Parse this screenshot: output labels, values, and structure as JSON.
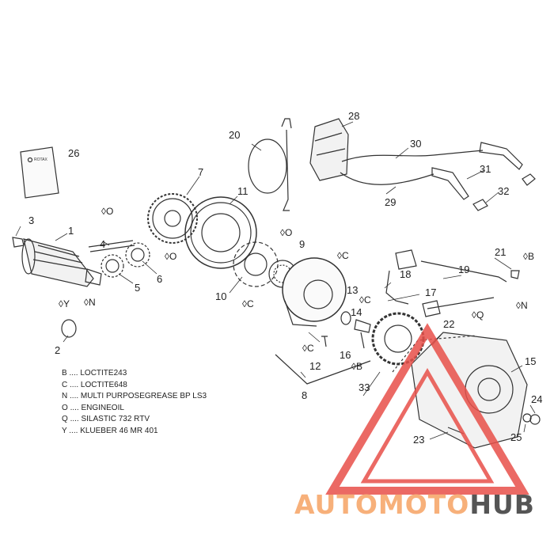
{
  "callouts": [
    "1",
    "2",
    "3",
    "4",
    "5",
    "6",
    "7",
    "8",
    "9",
    "10",
    "11",
    "12",
    "13",
    "14",
    "15",
    "16",
    "17",
    "18",
    "19",
    "20",
    "21",
    "22",
    "23",
    "24",
    "25",
    "26",
    "28",
    "29",
    "30",
    "31",
    "32",
    "33"
  ],
  "symbols": {
    "B": "B",
    "C": "C",
    "N": "N",
    "O": "O",
    "Q": "Q",
    "Y": "Y"
  },
  "manual_label": "ROTAX",
  "legend": [
    {
      "code": "B",
      "dots": "....",
      "text": "LOCTITE243"
    },
    {
      "code": "C",
      "dots": "....",
      "text": "LOCTITE648"
    },
    {
      "code": "N",
      "dots": "....",
      "text": "MULTI PURPOSEGREASE BP LS3"
    },
    {
      "code": "O",
      "dots": "....",
      "text": "ENGINEOIL"
    },
    {
      "code": "Q",
      "dots": "....",
      "text": "SILASTIC 732 RTV"
    },
    {
      "code": "Y",
      "dots": "....",
      "text": "KLUEBER 46 MR 401"
    }
  ],
  "watermark": {
    "part1": "AUTO",
    "part2": "MOTO",
    "part3": "HUB",
    "accent": "#f7b07a",
    "dark": "#555555"
  }
}
